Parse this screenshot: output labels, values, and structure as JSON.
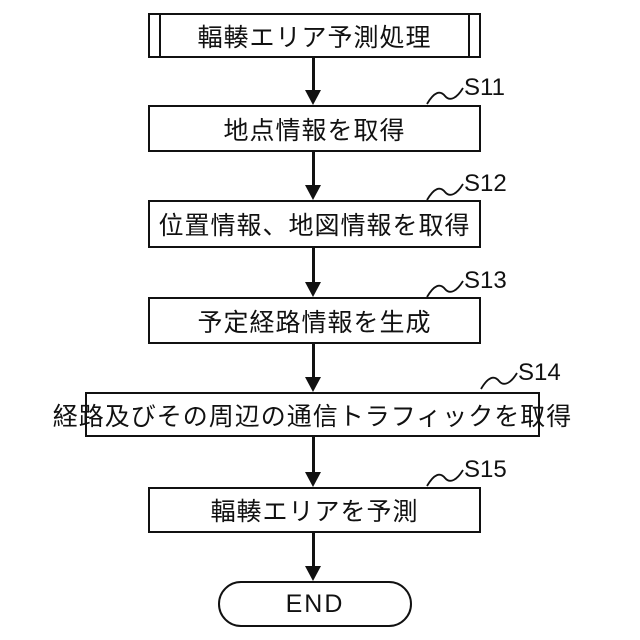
{
  "diagram": {
    "type": "flowchart",
    "title_box": {
      "label": "輻輳エリア予測処理"
    },
    "steps": [
      {
        "id": "S11",
        "label": "地点情報を取得"
      },
      {
        "id": "S12",
        "label": "位置情報、地図情報を取得"
      },
      {
        "id": "S13",
        "label": "予定経路情報を生成"
      },
      {
        "id": "S14",
        "label": "経路及びその周辺の通信トラフィックを取得"
      },
      {
        "id": "S15",
        "label": "輻輳エリアを予測"
      }
    ],
    "terminal": {
      "label": "END"
    },
    "colors": {
      "line": "#111111",
      "background": "#ffffff",
      "box_fill": "#ffffff"
    }
  }
}
